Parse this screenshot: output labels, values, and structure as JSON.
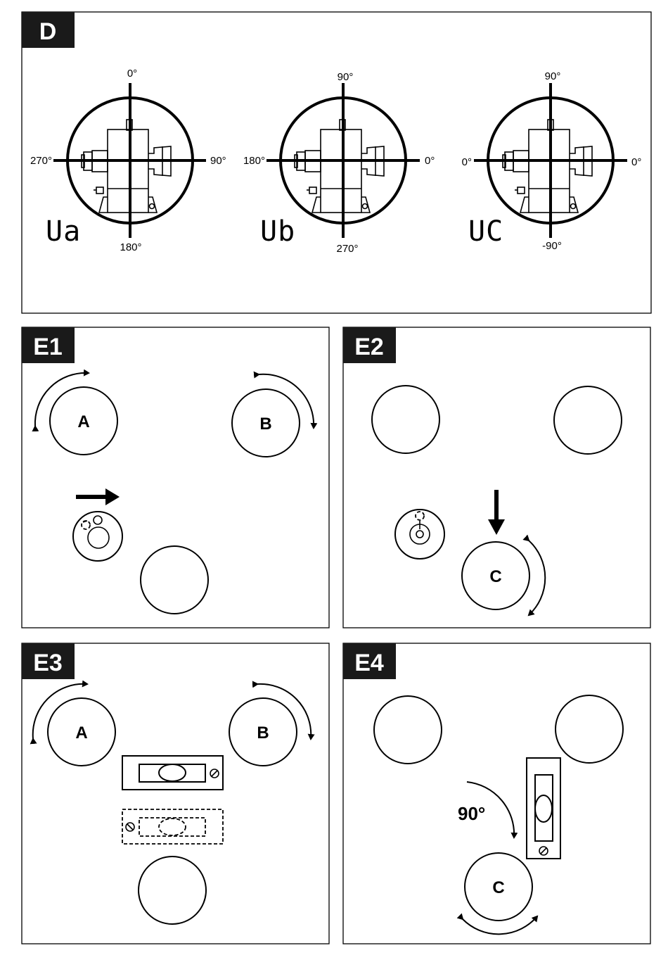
{
  "panels": {
    "d": {
      "tag": "D"
    },
    "e1": {
      "tag": "E1"
    },
    "e2": {
      "tag": "E2"
    },
    "e3": {
      "tag": "E3"
    },
    "e4": {
      "tag": "E4"
    }
  },
  "modes": [
    {
      "code": "Ua",
      "top": "0°",
      "left": "270°",
      "right": "90°",
      "bottom": "180°"
    },
    {
      "code": "Ub",
      "top": "90°",
      "left": "180°",
      "right": "0°",
      "bottom": "270°"
    },
    {
      "code": "UC",
      "top": "90°",
      "left": "0°",
      "right": "0°",
      "bottom": "-90°"
    }
  ],
  "labels": {
    "e1": {
      "circle_a": "A",
      "circle_b": "B"
    },
    "e2": {
      "circle_c": "C"
    },
    "e3": {
      "circle_a": "A",
      "circle_b": "B"
    },
    "e4": {
      "circle_c": "C",
      "rotation": "90°"
    }
  }
}
